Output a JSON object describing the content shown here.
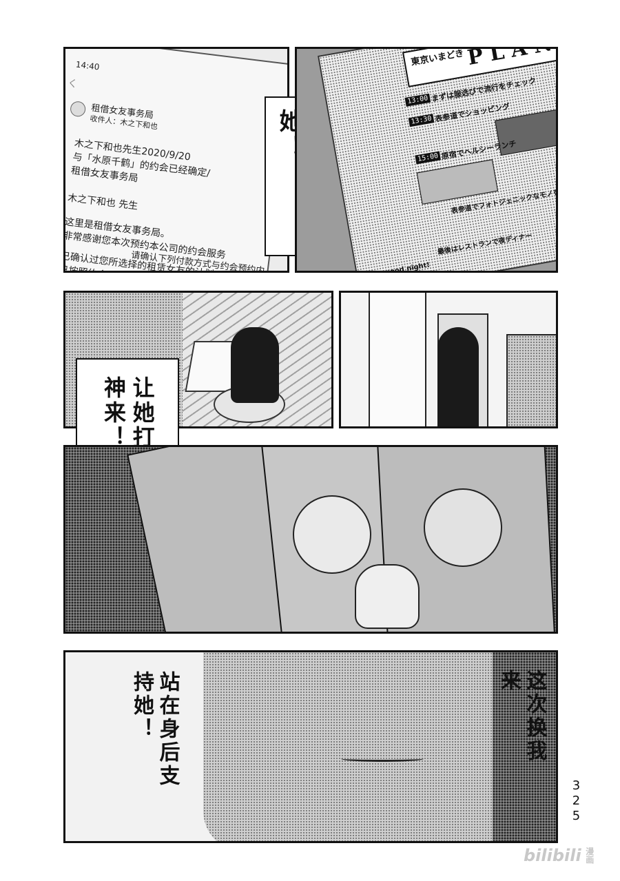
{
  "panel1": {
    "phone": {
      "time": "14:40",
      "back": "く",
      "sender": "租借女友事务局",
      "recipient": "收件人：木之下和也",
      "lines": [
        "木之下和也先生2020/9/20",
        "与「水原千鹤」的约会已经确定/",
        "租借女友事务局",
        "木之下和也 先生",
        "这里是租借女友事务局。",
        "非常感谢您本次预约本公司的约会服务",
        "已确认过您所选择的租赁女友的计划",
        "已按照约会内容进行了预约。",
        "请确认下列付款方式与约会预约内"
      ]
    },
    "bubble": "我要去鼓励她！"
  },
  "panel2": {
    "magazine": {
      "title": "東京いまどき",
      "plan": "PLAN",
      "rows": [
        {
          "time": "13:00",
          "text": "まずは服选びで流行をチェック"
        },
        {
          "time": "13:30",
          "text": "表参道でショッピング"
        },
        {
          "time": "15:00",
          "text": "原宿でヘルシーランチ"
        },
        {
          "time": "",
          "text": "表参道でフォトジェニックなモノをパシャリ！"
        },
        {
          "time": "",
          "text": "最後はレストランで夜ディナー"
        }
      ],
      "footer": "good night!"
    }
  },
  "panel4": {
    "bubble": "让她打起精神来！"
  },
  "panel6": {
    "bubble_right": "这次换我来",
    "bubble_left": "站在身后支持她！"
  },
  "page_number": "325",
  "watermark": {
    "text": "bilibili",
    "sub": "漫画"
  }
}
